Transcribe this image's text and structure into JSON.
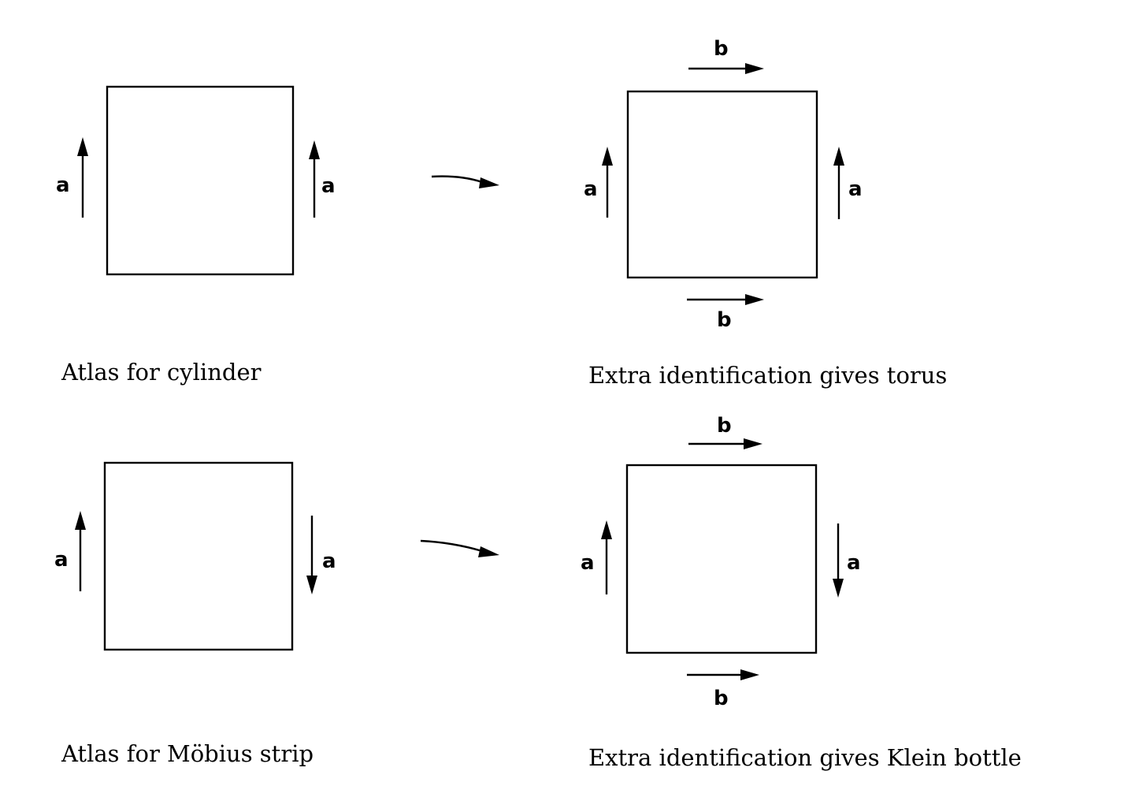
{
  "labels": {
    "a": "a",
    "b": "b"
  },
  "captions": {
    "cylinder": "Atlas for cylinder",
    "torus": "Extra identification gives torus",
    "mobius": "Atlas for Möbius strip",
    "klein": "Extra identification gives Klein bottle"
  },
  "colors": {
    "ink": "#000000",
    "background": "#ffffff"
  }
}
